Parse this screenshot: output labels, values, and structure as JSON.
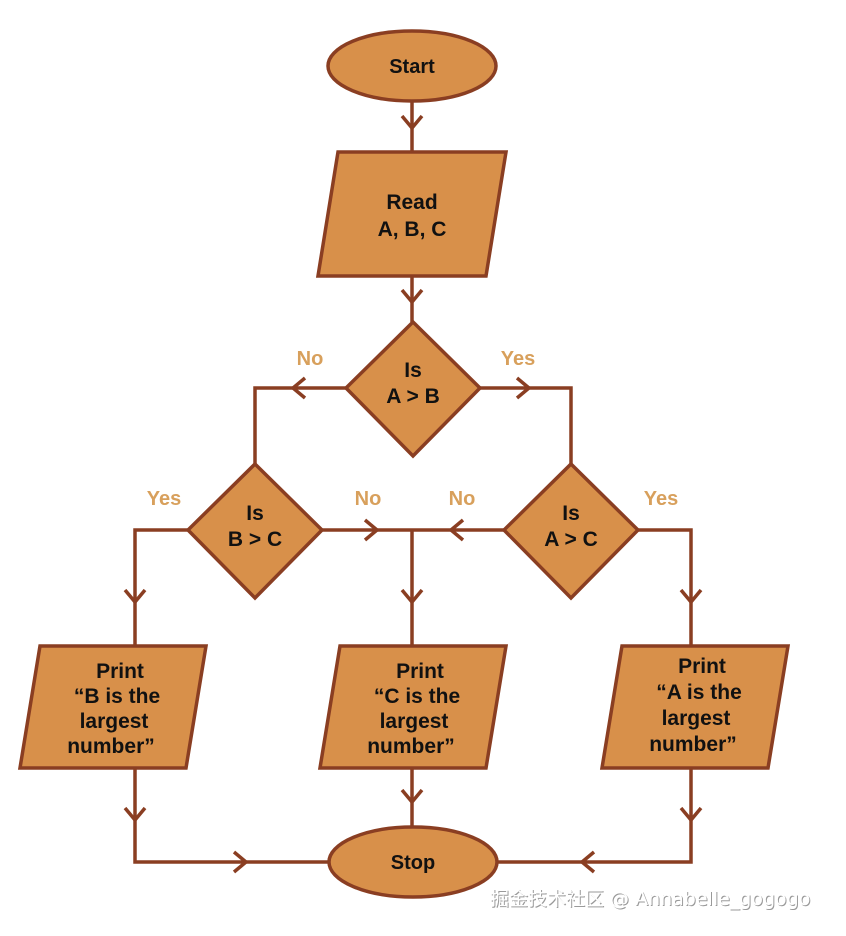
{
  "nodes": {
    "start": "Start",
    "read": [
      "Read",
      "A, B, C"
    ],
    "decision_ab": [
      "Is",
      "A > B"
    ],
    "decision_bc": [
      "Is",
      "B > C"
    ],
    "decision_ac": [
      "Is",
      "A > C"
    ],
    "print_b": [
      "Print",
      "“B is the",
      "largest",
      "number”"
    ],
    "print_c": [
      "Print",
      "“C is the",
      "largest",
      "number”"
    ],
    "print_a": [
      "Print",
      "“A is the",
      "largest",
      "number”"
    ],
    "stop": "Stop"
  },
  "branches": {
    "ab_no": "No",
    "ab_yes": "Yes",
    "bc_yes": "Yes",
    "bc_no": "No",
    "ac_no": "No",
    "ac_yes": "Yes"
  },
  "watermark": "掘金技术社区 @ Annabelle_gogogo",
  "colors": {
    "shape_fill": "#d8904a",
    "outline": "#8a3e22",
    "branch_label": "#d8a05c"
  }
}
